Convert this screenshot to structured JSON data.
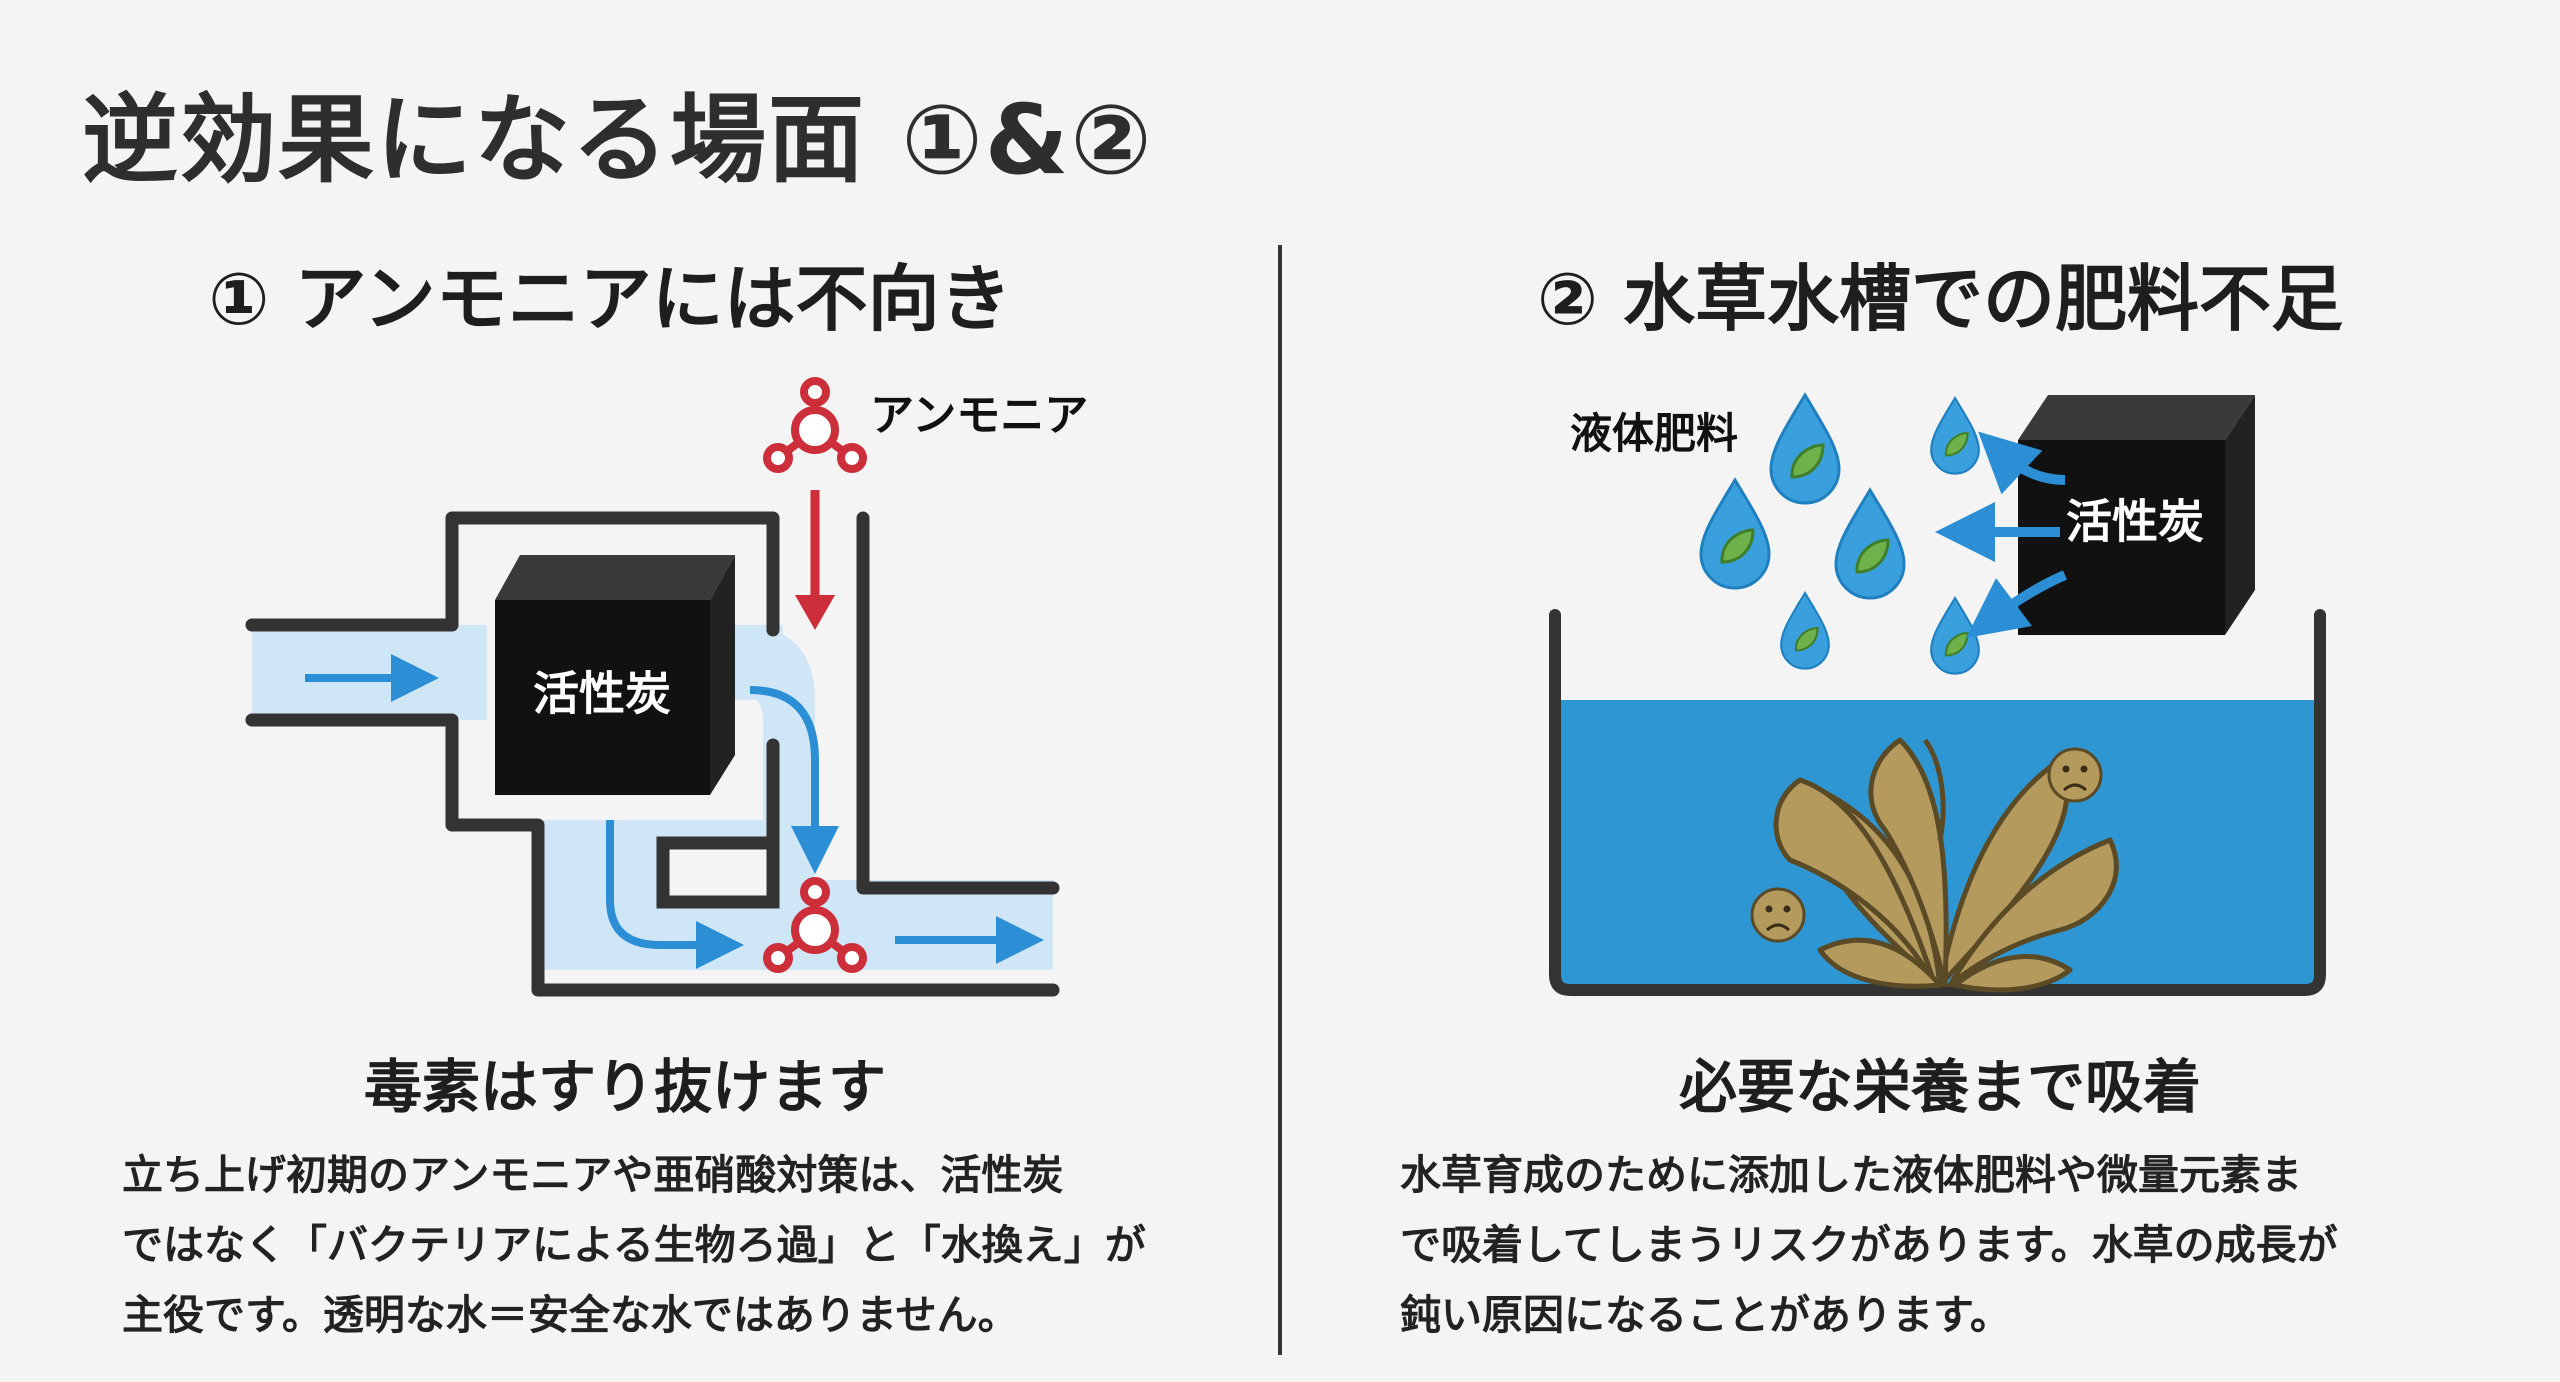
{
  "page": {
    "title": "逆効果になる場面 ①&②"
  },
  "left": {
    "heading": "① アンモニアには不向き",
    "diagram": {
      "ammonia_label": "アンモニア",
      "carbon_label": "活性炭"
    },
    "subheading": "毒素はすり抜けます",
    "body_lines": [
      "立ち上げ初期のアンモニアや亜硝酸対策は、活性炭",
      "ではなく「バクテリアによる生物ろ過」と「水換え」が",
      "主役です。透明な水＝安全な水ではありません。"
    ]
  },
  "right": {
    "heading": "② 水草水槽での肥料不足",
    "diagram": {
      "fertilizer_label": "液体肥料",
      "carbon_label": "活性炭"
    },
    "subheading": "必要な栄養まで吸着",
    "body_lines": [
      "水草育成のために添加した液体肥料や微量元素ま",
      "で吸着してしまうリスクがあります。水草の成長が",
      "鈍い原因になることがあります。"
    ]
  },
  "colors": {
    "water_light": "#cfe6f6",
    "water_blue": "#2f96d4",
    "arrow_blue": "#2c8fd6",
    "ammonia_red": "#cc2e3a",
    "carbon_black": "#111111",
    "pipe_dark": "#333333",
    "plant_brown": "#b59a5e",
    "droplet_blue": "#3aa0dd",
    "leaf_green": "#5a9a3a"
  }
}
